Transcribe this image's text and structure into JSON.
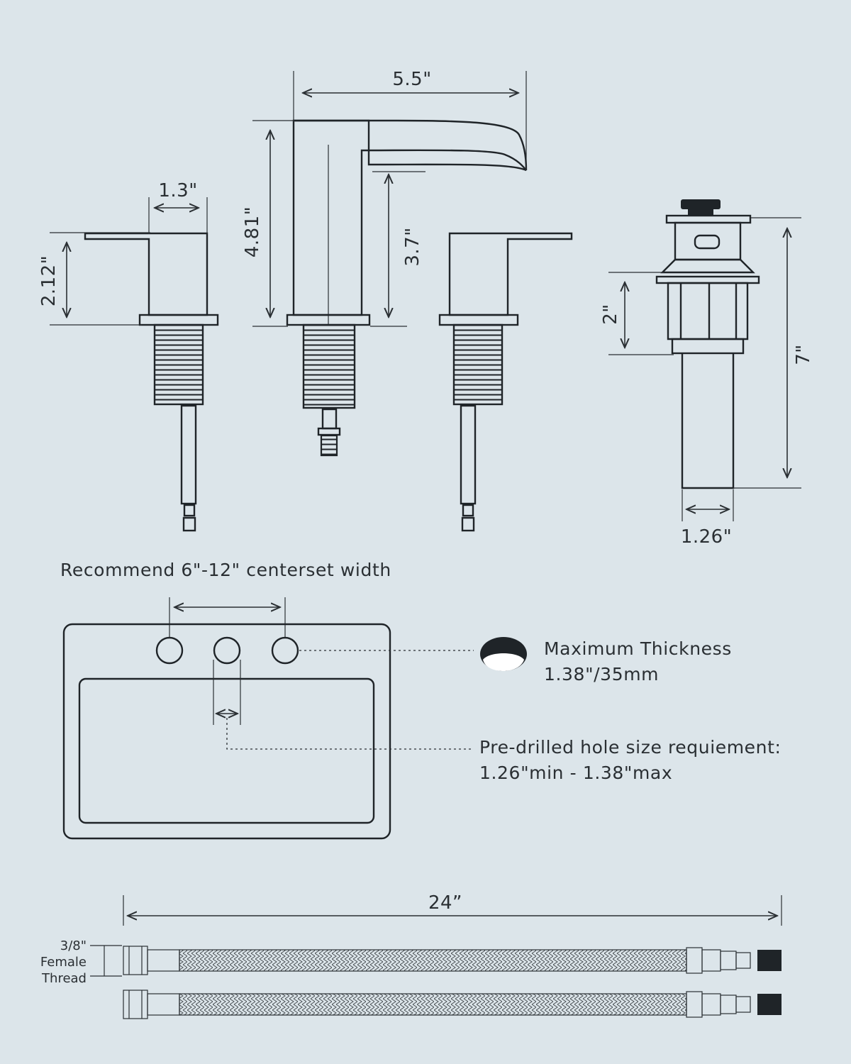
{
  "faucet": {
    "spout_width": "5.5\"",
    "spout_height": "4.81\"",
    "spout_reach_height": "3.7\"",
    "handle_width": "1.3\"",
    "handle_height": "2.12\""
  },
  "drain": {
    "height": "7\"",
    "body_height": "2\"",
    "tube_width": "1.26\""
  },
  "sink": {
    "recommend": "Recommend 6\"-12\" centerset width",
    "thickness_title": "Maximum Thickness",
    "thickness_value": "1.38\"/35mm",
    "hole_title": "Pre-drilled hole size requiement:",
    "hole_value": "1.26\"min - 1.38\"max"
  },
  "hose": {
    "length": "24”",
    "thread_1": "3/8\"",
    "thread_2": "Female",
    "thread_3": "Thread"
  }
}
